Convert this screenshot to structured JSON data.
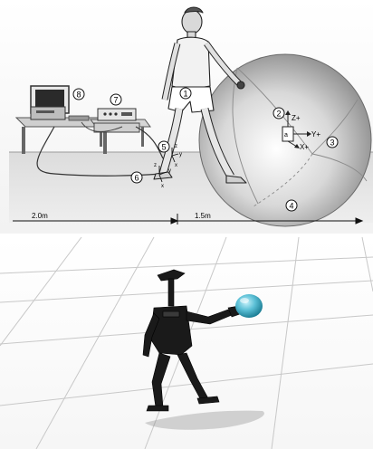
{
  "top_panel": {
    "labels": {
      "n1": "1",
      "n2": "2",
      "n3": "3",
      "n4": "4",
      "n5": "5",
      "n6": "6",
      "n7": "7",
      "n8": "8"
    },
    "axes": {
      "z_plus": "Z+",
      "y_plus": "Y+",
      "x_plus": "X+",
      "sensor_glyph": "a",
      "z": "z",
      "y": "y",
      "x": "x"
    },
    "distances": {
      "left": "2.0m",
      "right": "1.5m"
    }
  },
  "bottom_panel": {
    "colors": {
      "robot": "#1a1a1a",
      "ball": "#5cc0d6",
      "floor": "#ffffff",
      "grid": "#c8c8c8"
    }
  }
}
